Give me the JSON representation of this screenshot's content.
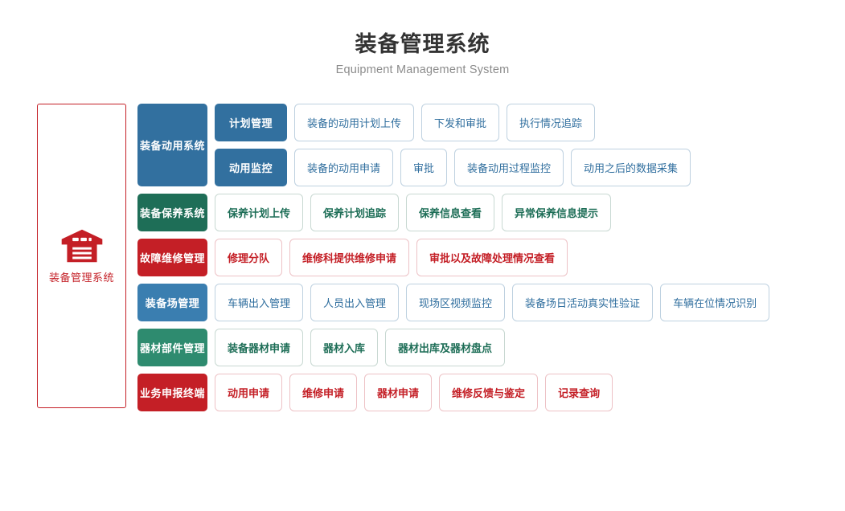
{
  "header": {
    "title": "装备管理系统",
    "subtitle": "Equipment Management System"
  },
  "root": {
    "label": "装备管理系统",
    "icon": "warehouse-icon",
    "border_color": "#c41f26"
  },
  "colors": {
    "blue_dark": "#32709f",
    "blue": "#3a7eb0",
    "green_dark": "#1e6e57",
    "green": "#2e8b6f",
    "red": "#c41f26",
    "title_text": "#333333",
    "subtitle_text": "#8c8c8c"
  },
  "rows": [
    {
      "group": "装备动用系统",
      "color": "blue_dark",
      "lines": [
        {
          "stage": "计划管理",
          "items": [
            "装备的动用计划上传",
            "下发和审批",
            "执行情况追踪"
          ]
        },
        {
          "stage": "动用监控",
          "items": [
            "装备的动用申请",
            "审批",
            "装备动用过程监控",
            "动用之后的数据采集"
          ]
        }
      ]
    },
    {
      "group": "装备保养系统",
      "color": "green_dark",
      "lines": [
        {
          "stage": null,
          "items": [
            "保养计划上传",
            "保养计划追踪",
            "保养信息查看",
            "异常保养信息提示"
          ]
        }
      ]
    },
    {
      "group": "故障维修管理",
      "color": "red",
      "lines": [
        {
          "stage": null,
          "items": [
            "修理分队",
            "维修科提供维修申请",
            "审批以及故障处理情况查看"
          ]
        }
      ]
    },
    {
      "group": "装备场管理",
      "color": "blue",
      "lines": [
        {
          "stage": null,
          "items": [
            "车辆出入管理",
            "人员出入管理",
            "现场区视频监控",
            "装备场日活动真实性验证",
            "车辆在位情况识别"
          ]
        }
      ]
    },
    {
      "group": "器材部件管理",
      "color": "green",
      "lines": [
        {
          "stage": null,
          "items": [
            "装备器材申请",
            "器材入库",
            "器材出库及器材盘点"
          ]
        }
      ]
    },
    {
      "group": "业务申报终端",
      "color": "red",
      "lines": [
        {
          "stage": null,
          "items": [
            "动用申请",
            "维修申请",
            "器材申请",
            "维修反馈与鉴定",
            "记录查询"
          ]
        }
      ]
    }
  ]
}
